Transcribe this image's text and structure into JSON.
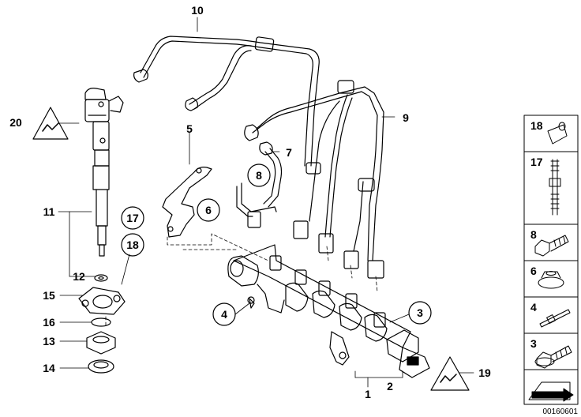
{
  "callouts": {
    "c1": "1",
    "c2": "2",
    "c3": "3",
    "c4": "4",
    "c5": "5",
    "c6": "6",
    "c7": "7",
    "c8": "8",
    "c9": "9",
    "c10": "10",
    "c11": "11",
    "c12": "12",
    "c13": "13",
    "c14": "14",
    "c15": "15",
    "c16": "16",
    "c17": "17",
    "c18": "18",
    "c19": "19",
    "c20": "20"
  },
  "legend": {
    "items": [
      {
        "number": "18",
        "icon": "sleeve-icon"
      },
      {
        "number": "17",
        "icon": "stud-bolt-icon"
      },
      {
        "number": "8",
        "icon": "hex-bolt-icon"
      },
      {
        "number": "6",
        "icon": "flange-nut-icon"
      },
      {
        "number": "4",
        "icon": "stud-icon"
      },
      {
        "number": "3",
        "icon": "flange-screw-icon"
      }
    ]
  },
  "footer": {
    "diagram_id": "00160601"
  },
  "torque_badges": [
    {
      "label": "20",
      "icon": "torque-wrench-icon"
    },
    {
      "label": "19",
      "icon": "torque-wrench-icon"
    }
  ]
}
